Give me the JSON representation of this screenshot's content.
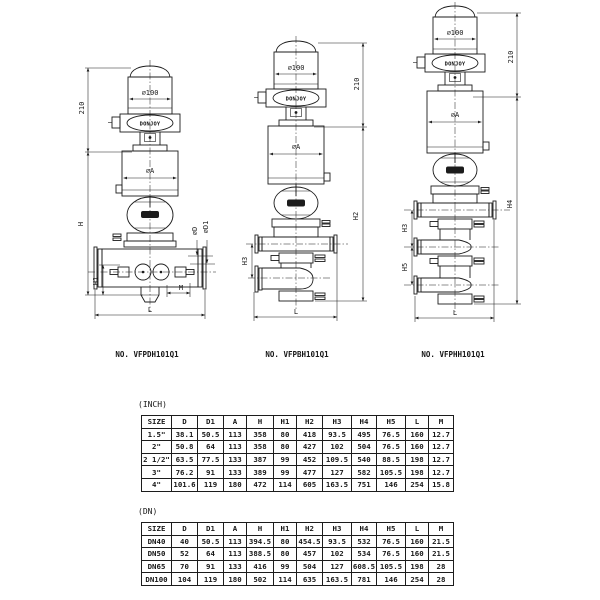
{
  "drawings": [
    {
      "model_no": "NO. VFPDH101Q1",
      "labels": {
        "phi100": "∅100",
        "brand": "DONJOY",
        "phiA": "∅A",
        "d210": "210",
        "h": "H",
        "h1": "H1",
        "l": "L",
        "m": "M",
        "phiD": "∅D",
        "phiD1": "∅D1"
      }
    },
    {
      "model_no": "NO. VFPBH101Q1",
      "labels": {
        "phi100": "∅100",
        "brand": "DONJOY",
        "phiA": "∅A",
        "d210": "210",
        "h2": "H2",
        "h3": "H3",
        "l": "L"
      }
    },
    {
      "model_no": "NO. VFPHH101Q1",
      "labels": {
        "phi100": "∅100",
        "brand": "DONJOY",
        "phiA": "∅A",
        "d210": "210",
        "h3": "H3",
        "h4": "H4",
        "h5": "H5",
        "l": "L"
      }
    }
  ],
  "tables": [
    {
      "title": "(INCH)",
      "headers": [
        "SIZE",
        "D",
        "D1",
        "A",
        "H",
        "H1",
        "H2",
        "H3",
        "H4",
        "H5",
        "L",
        "M"
      ],
      "rows": [
        [
          "1.5\"",
          "38.1",
          "50.5",
          "113",
          "358",
          "80",
          "418",
          "93.5",
          "495",
          "76.5",
          "160",
          "12.7"
        ],
        [
          "2\"",
          "50.8",
          "64",
          "113",
          "358",
          "80",
          "427",
          "102",
          "504",
          "76.5",
          "160",
          "12.7"
        ],
        [
          "2 1/2\"",
          "63.5",
          "77.5",
          "133",
          "387",
          "99",
          "452",
          "109.5",
          "540",
          "88.5",
          "198",
          "12.7"
        ],
        [
          "3\"",
          "76.2",
          "91",
          "133",
          "389",
          "99",
          "477",
          "127",
          "582",
          "105.5",
          "198",
          "12.7"
        ],
        [
          "4\"",
          "101.6",
          "119",
          "180",
          "472",
          "114",
          "605",
          "163.5",
          "751",
          "146",
          "254",
          "15.8"
        ]
      ]
    },
    {
      "title": "(DN)",
      "headers": [
        "SIZE",
        "D",
        "D1",
        "A",
        "H",
        "H1",
        "H2",
        "H3",
        "H4",
        "H5",
        "L",
        "M"
      ],
      "rows": [
        [
          "DN40",
          "40",
          "50.5",
          "113",
          "394.5",
          "80",
          "454.5",
          "93.5",
          "532",
          "76.5",
          "160",
          "21.5"
        ],
        [
          "DN50",
          "52",
          "64",
          "113",
          "388.5",
          "80",
          "457",
          "102",
          "534",
          "76.5",
          "160",
          "21.5"
        ],
        [
          "DN65",
          "70",
          "91",
          "133",
          "416",
          "99",
          "504",
          "127",
          "608.5",
          "105.5",
          "198",
          "28"
        ],
        [
          "DN100",
          "104",
          "119",
          "180",
          "502",
          "114",
          "635",
          "163.5",
          "781",
          "146",
          "254",
          "28"
        ]
      ]
    }
  ]
}
